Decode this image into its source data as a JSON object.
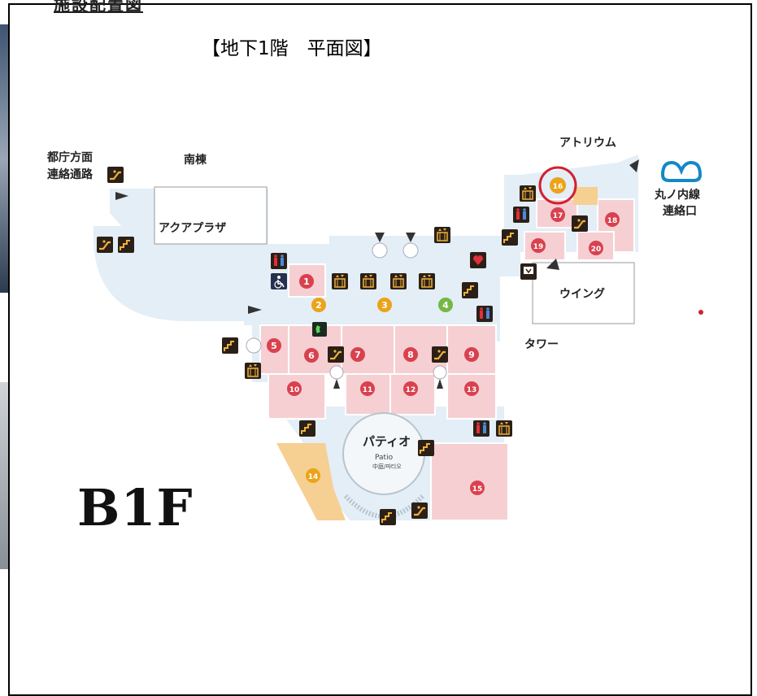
{
  "page": {
    "top_heading": "施設配置図",
    "title": "【地下1階　平面図】",
    "floor_label": "B1F"
  },
  "map": {
    "labels": {
      "tocho": "都庁方面",
      "tocho2": "連絡通路",
      "south": "南棟",
      "aqua": "アクアプラザ",
      "atrium": "アトリウム",
      "marunouchi1": "丸ノ内線",
      "marunouchi2": "連絡口",
      "wing": "ウイング",
      "tower": "タワー",
      "patio": "パティオ",
      "patio_en": "Patio",
      "patio_ko": "中庭/파티오"
    },
    "stores": [
      "1",
      "2",
      "3",
      "4",
      "5",
      "6",
      "7",
      "8",
      "9",
      "10",
      "11",
      "12",
      "13",
      "14",
      "15",
      "16",
      "17",
      "18",
      "19",
      "20"
    ],
    "colors": {
      "corridor": "#e3eef6",
      "shop": "#f6cfd3",
      "shop_badge": "#d9414f",
      "orange_area": "#f6cf93",
      "orange_badge": "#eba319",
      "green_badge": "#74b843",
      "icon_bg": "#2b2018",
      "icon_fg": "#f0b13a",
      "highlight": "#d42030",
      "metro": "#1488c8"
    },
    "icons": [
      "escalator-icon",
      "stairs-icon",
      "elevator-icon",
      "restroom-icon",
      "accessible-toilet-icon",
      "phone-icon",
      "aed-icon",
      "atm-icon",
      "metro-logo-icon"
    ]
  }
}
